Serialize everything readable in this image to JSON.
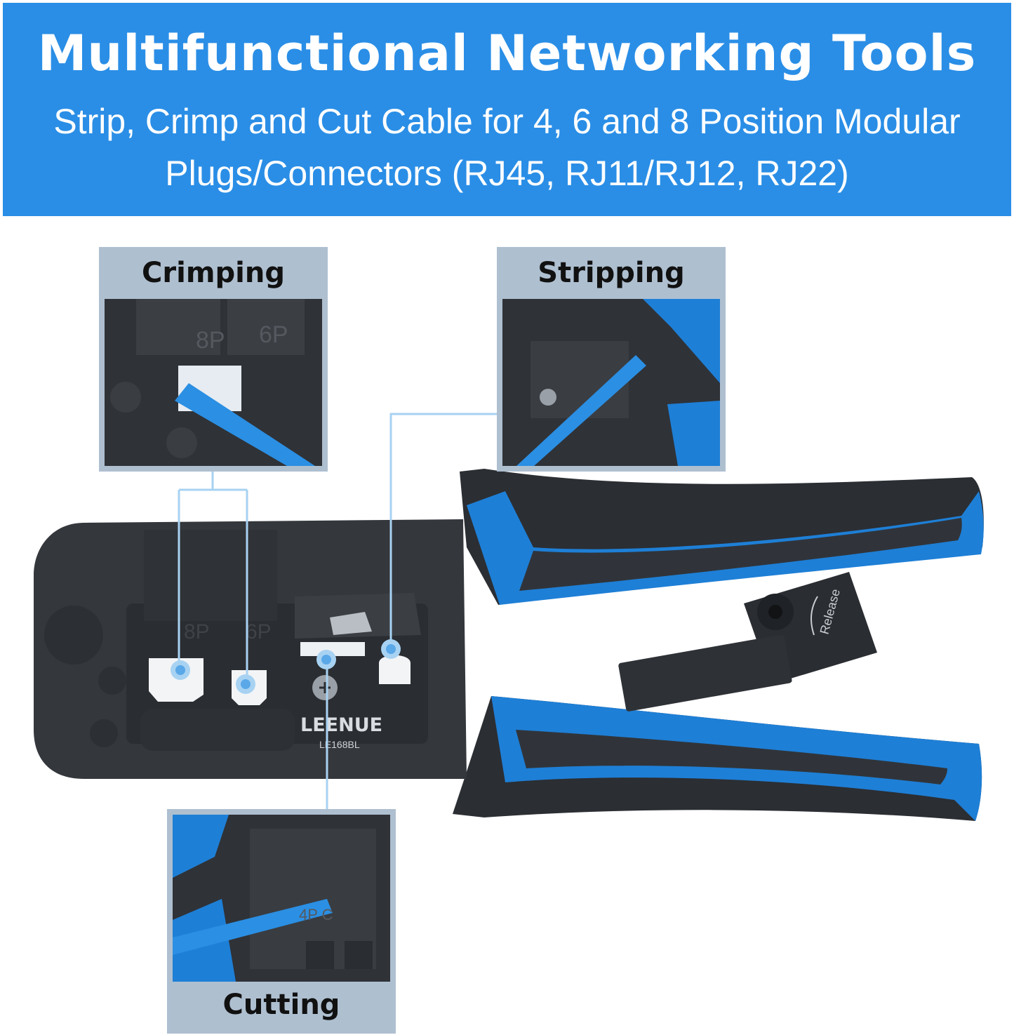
{
  "banner": {
    "title": "Multifunctional Networking Tools",
    "subtitle_line1": "Strip, Crimp and Cut Cable for 4, 6 and 8 Position Modular",
    "subtitle_line2": "Plugs/Connectors (RJ45, RJ11/RJ12, RJ22)"
  },
  "panels": {
    "crimping": {
      "label": "Crimping",
      "marks": [
        "8P",
        "6P"
      ]
    },
    "stripping": {
      "label": "Stripping"
    },
    "cutting": {
      "label": "Cutting",
      "mark": "4P C"
    }
  },
  "tool": {
    "brand": "LEENUE",
    "model": "LE168BL",
    "release_label": "Release",
    "die_marks": [
      "8P",
      "6P"
    ]
  },
  "colors": {
    "banner": "#2a8ee6",
    "panel_frame": "#aebfd0",
    "tool_body": "#34373c",
    "grip_blue": "#1e7fd6",
    "callout_line": "#a8d2f2"
  }
}
